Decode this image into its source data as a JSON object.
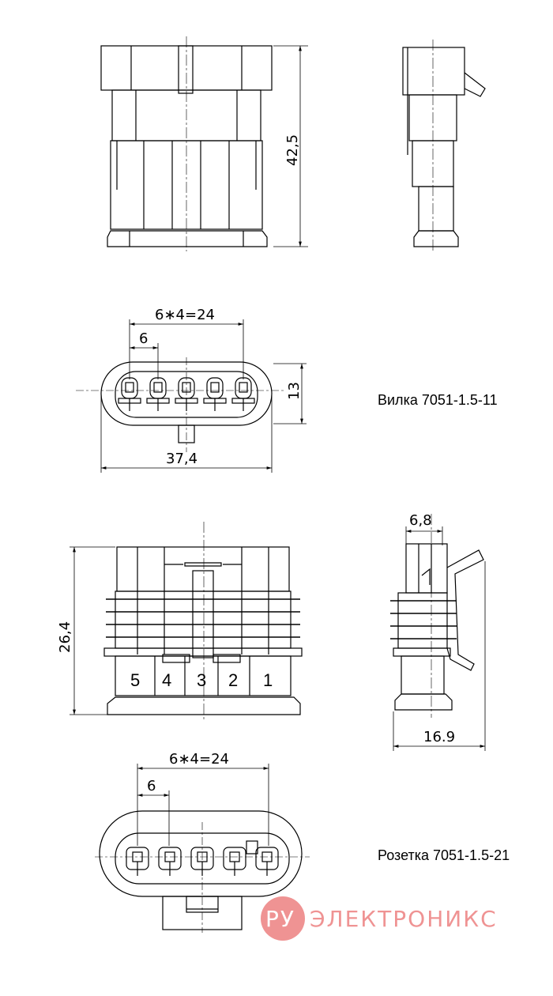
{
  "plug": {
    "caption": "Вилка 7051-1.5-11",
    "dim_height": "42,5",
    "dim_pitch_total": "6∗4=24",
    "dim_pitch": "6",
    "dim_face_height": "13",
    "dim_width": "37,4"
  },
  "socket": {
    "caption": "Розетка 7051-1.5-21",
    "dim_height": "26,4",
    "dim_side_top": "6,8",
    "dim_side_bottom": "16.9",
    "dim_pitch_total": "6∗4=24",
    "dim_pitch": "6",
    "pin_numbers": [
      "5",
      "4",
      "3",
      "2",
      "1"
    ]
  },
  "watermark": {
    "badge": "РУ",
    "text": "ЭЛЕКТРОНИКС",
    "color": "#e23b3b"
  }
}
